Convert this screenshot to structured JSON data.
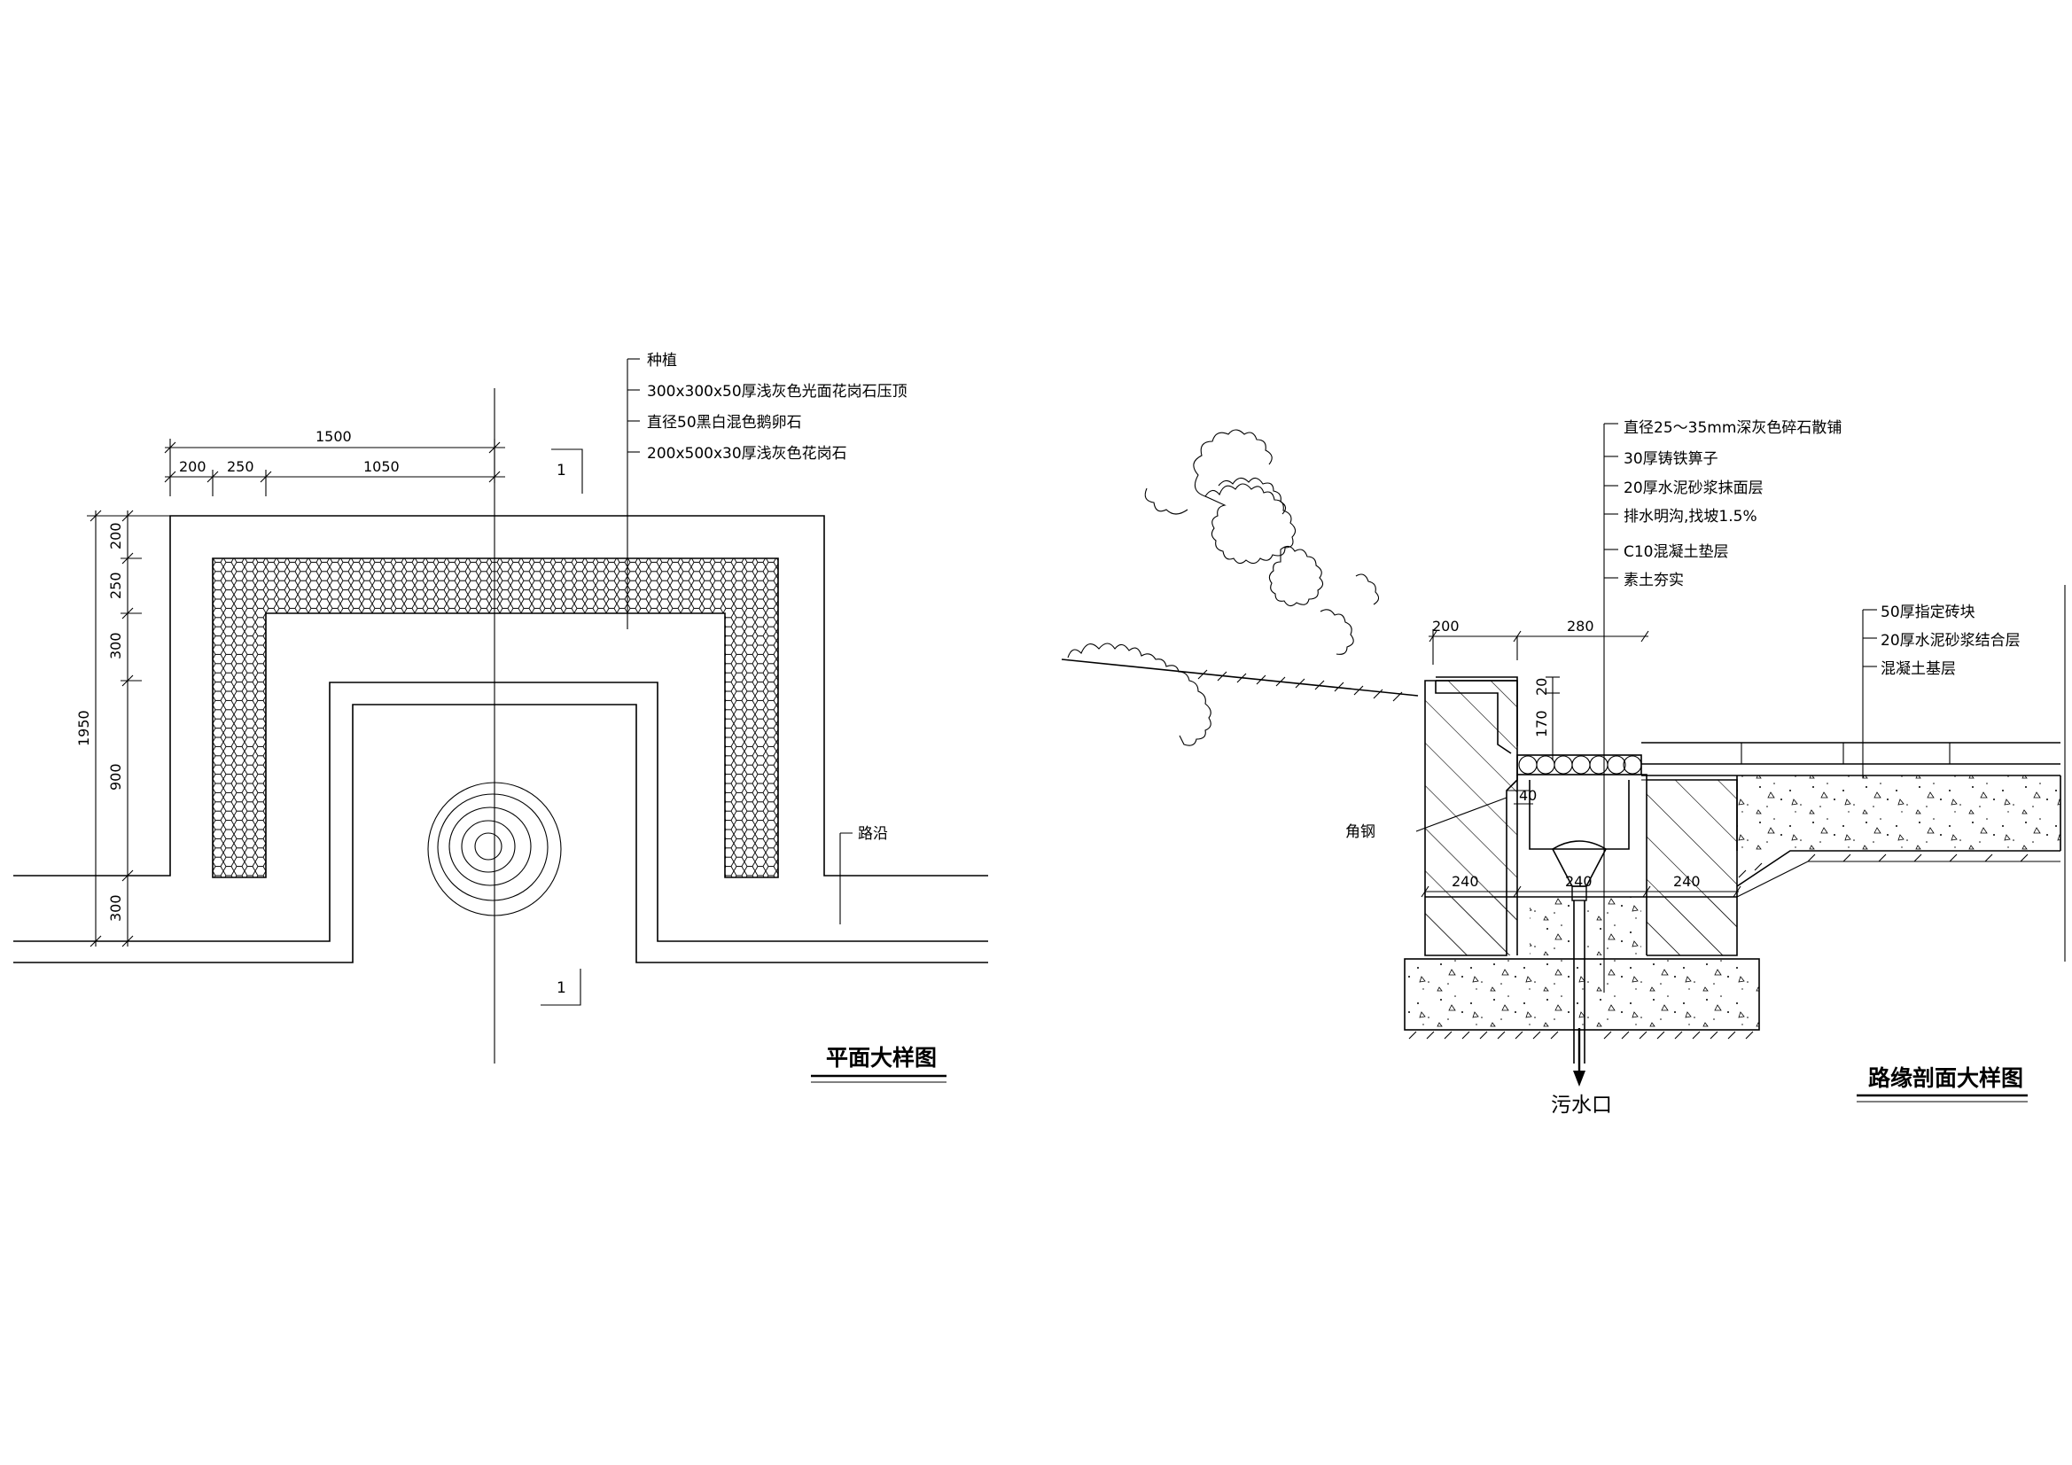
{
  "plan": {
    "title": "平面大样图",
    "section_mark_top": "1",
    "section_mark_bottom": "1",
    "dims_h": [
      "1500",
      "200",
      "250",
      "1050"
    ],
    "dims_v": [
      "200",
      "250",
      "300",
      "900",
      "300",
      "1950"
    ],
    "callouts": [
      "种植",
      "300x300x50厚浅灰色光面花岗石压顶",
      "直径50黑白混色鹅卵石",
      "200x500x30厚浅灰色花岗石"
    ],
    "curb_label": "路沿"
  },
  "section": {
    "title": "路缘剖面大样图",
    "callouts_left": [
      "直径25～35mm深灰色碎石散铺",
      "30厚铸铁箅子",
      "20厚水泥砂浆抹面层",
      "排水明沟,找坡1.5%",
      "C10混凝土垫层",
      "素土夯实"
    ],
    "callouts_right": [
      "50厚指定砖块",
      "20厚水泥砂浆结合层",
      "混凝土基层"
    ],
    "angle_steel": "角钢",
    "drain_outlet": "污水口",
    "dims_top": [
      "200",
      "280"
    ],
    "dims_small": [
      "20",
      "170",
      "40"
    ],
    "dims_bottom": [
      "240",
      "240",
      "240"
    ]
  },
  "colors": {
    "line": "#000000",
    "background": "#ffffff"
  }
}
